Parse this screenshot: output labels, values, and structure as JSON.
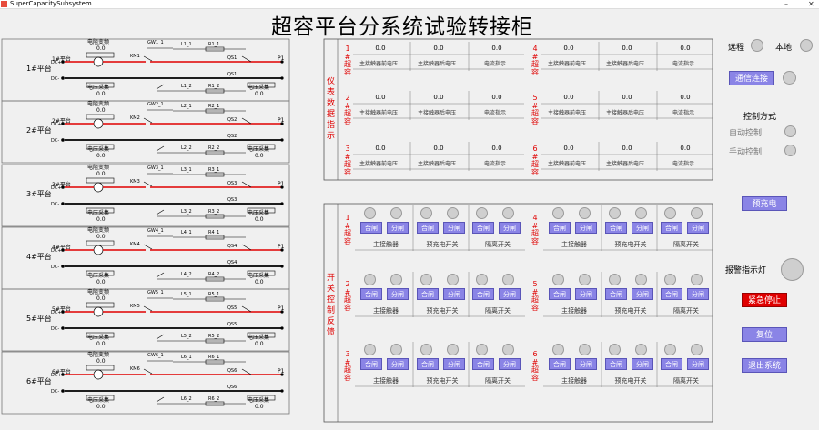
{
  "window": {
    "title": "SuperCapacitySubsystem",
    "minimize_icon": "minimize-icon",
    "close_icon": "close-icon"
  },
  "title": "超容平台分系统试验转接柜",
  "platforms": [
    {
      "label": "1#平台",
      "top_title": "电阻变频",
      "bottom_title": "电压采集",
      "km": "KM1",
      "gw": "GW1_1",
      "l1": "L1_1",
      "r1": "R1_1",
      "l2": "L1_2",
      "r2": "R1_2",
      "qs": "QS1"
    },
    {
      "label": "2#平台",
      "top_title": "电阻变频",
      "bottom_title": "电压采集",
      "km": "KM2",
      "gw": "GW2_1",
      "l1": "L2_1",
      "r1": "R2_1",
      "l2": "L2_2",
      "r2": "R2_2",
      "qs": "QS2"
    },
    {
      "label": "3#平台",
      "top_title": "电阻变频",
      "bottom_title": "电压采集",
      "km": "KM3",
      "gw": "GW3_1",
      "l1": "L3_1",
      "r1": "R3_1",
      "l2": "L3_2",
      "r2": "R3_2",
      "qs": "QS3"
    },
    {
      "label": "4#平台",
      "top_title": "电阻变频",
      "bottom_title": "电压采集",
      "km": "KM4",
      "gw": "GW4_1",
      "l1": "L4_1",
      "r1": "R4_1",
      "l2": "L4_2",
      "r2": "R4_2",
      "qs": "QS4"
    },
    {
      "label": "5#平台",
      "top_title": "电阻变频",
      "bottom_title": "电压采集",
      "km": "KM5",
      "gw": "GW5_1",
      "l1": "L5_1",
      "r1": "R5_1",
      "l2": "L5_2",
      "r2": "R5_2",
      "qs": "QS5"
    },
    {
      "label": "6#平台",
      "top_title": "电阻变频",
      "bottom_title": "电压采集",
      "km": "KM6",
      "gw": "GW6_1",
      "l1": "L6_1",
      "r1": "R6_1",
      "l2": "L6_2",
      "r2": "R6_2",
      "qs": "QS6"
    }
  ],
  "platform_values": {
    "top": "0.0",
    "bottom": "0.0",
    "p_out": "P1"
  },
  "instrument_section": {
    "label": "仪表数据指示"
  },
  "switch_section": {
    "label": "开关控制反馈"
  },
  "capacitors": [
    {
      "label": "1#超容",
      "values": [
        "0.0",
        "0.0",
        "0.0"
      ]
    },
    {
      "label": "2#超容",
      "values": [
        "0.0",
        "0.0",
        "0.0"
      ]
    },
    {
      "label": "3#超容",
      "values": [
        "0.0",
        "0.0",
        "0.0"
      ]
    },
    {
      "label": "4#超容",
      "values": [
        "0.0",
        "0.0",
        "0.0"
      ]
    },
    {
      "label": "5#超容",
      "values": [
        "0.0",
        "0.0",
        "0.0"
      ]
    },
    {
      "label": "6#超容",
      "values": [
        "0.0",
        "0.0",
        "0.0"
      ]
    }
  ],
  "instrument_labels": {
    "row1": [
      "主接触器前电压",
      "主接触器后电压",
      "电流指示"
    ],
    "row2": [
      "主接触器前电压",
      "主接触器后电压",
      "电流指示"
    ]
  },
  "switch_buttons": {
    "close": "合闸",
    "open": "分闸"
  },
  "switch_labels": [
    "主接触器",
    "预充电开关",
    "隔离开关"
  ],
  "right_panel": {
    "remote": "远程",
    "local": "本地",
    "comm": "通信连接",
    "control_mode": "控制方式",
    "auto": "自动控制",
    "manual": "手动控制",
    "precharge": "预充电",
    "alarm": "报警指示灯",
    "estop": "紧急停止",
    "reset": "复位",
    "exit": "退出系统",
    "estop_color": "#e00000"
  }
}
